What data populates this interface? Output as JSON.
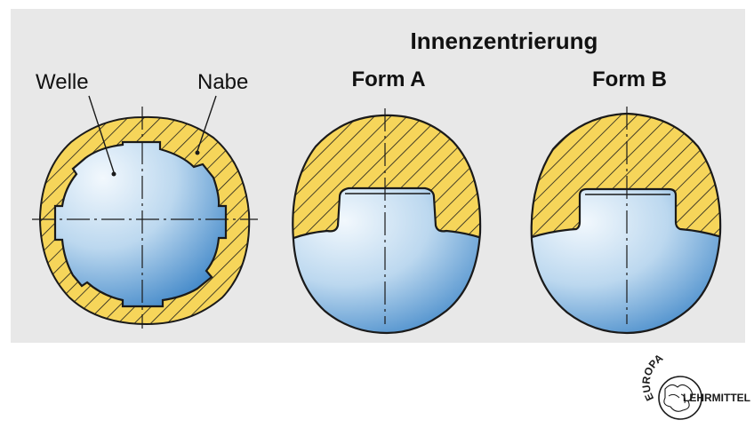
{
  "labels": {
    "heading": "Innenzentrierung",
    "shaft": "Welle",
    "hub": "Nabe",
    "form_a": "Form A",
    "form_b": "Form B"
  },
  "logo": {
    "top_text": "EUROPA",
    "side_text": "LEHRMITTEL"
  },
  "colors": {
    "panel": "#e8e8e8",
    "hub_fill": "#f6d55a",
    "shaft_light": "#eef5fb",
    "shaft_dark": "#3d86c8",
    "outline": "#1a1a1a"
  }
}
